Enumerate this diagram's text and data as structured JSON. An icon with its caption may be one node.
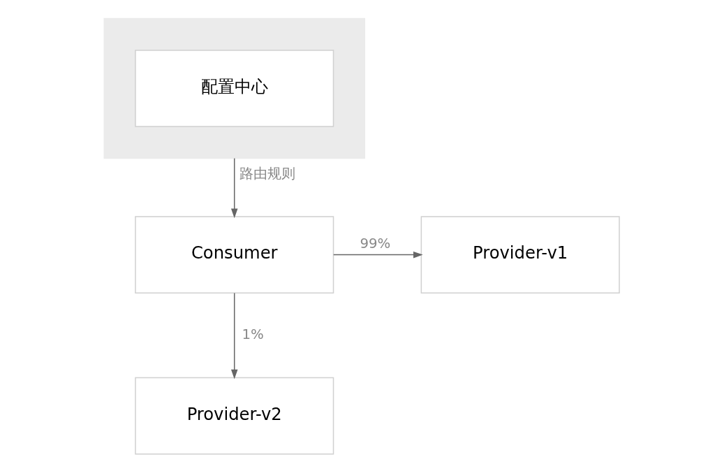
{
  "diagram": {
    "nodes": [
      {
        "text": [],
        "shape": "box"
      },
      {
        "text": [
          "配置中心"
        ],
        "in": 0
      },
      {
        "text": [
          "Consumer"
        ]
      },
      {
        "text": [
          "Provider-v1"
        ]
      },
      {
        "text": [
          "Provider-v2"
        ]
      }
    ],
    "edges": [
      {
        "from": 0,
        "to": 2,
        "arrow": "to",
        "label": "路由规则"
      },
      {
        "from": 2,
        "to": 3,
        "arrow": "to",
        "label": "99%"
      },
      {
        "from": 2,
        "to": 4,
        "arrow": "to",
        "label": "1%"
      }
    ]
  }
}
